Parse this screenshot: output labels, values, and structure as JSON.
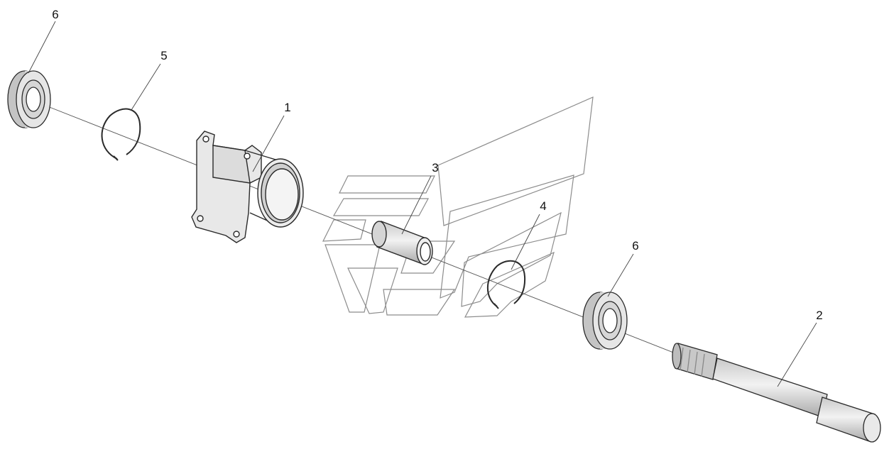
{
  "callouts": {
    "housing": "1",
    "shaft": "2",
    "sleeve": "3",
    "ring_right": "4",
    "ring_left": "5",
    "bearing_left": "6",
    "bearing_right": "6"
  },
  "colors": {
    "line": "#2a2a2a",
    "part_fill": "#e3e3e3",
    "part_shade": "#b9b9b9",
    "watermark": "#8c8c8c"
  }
}
